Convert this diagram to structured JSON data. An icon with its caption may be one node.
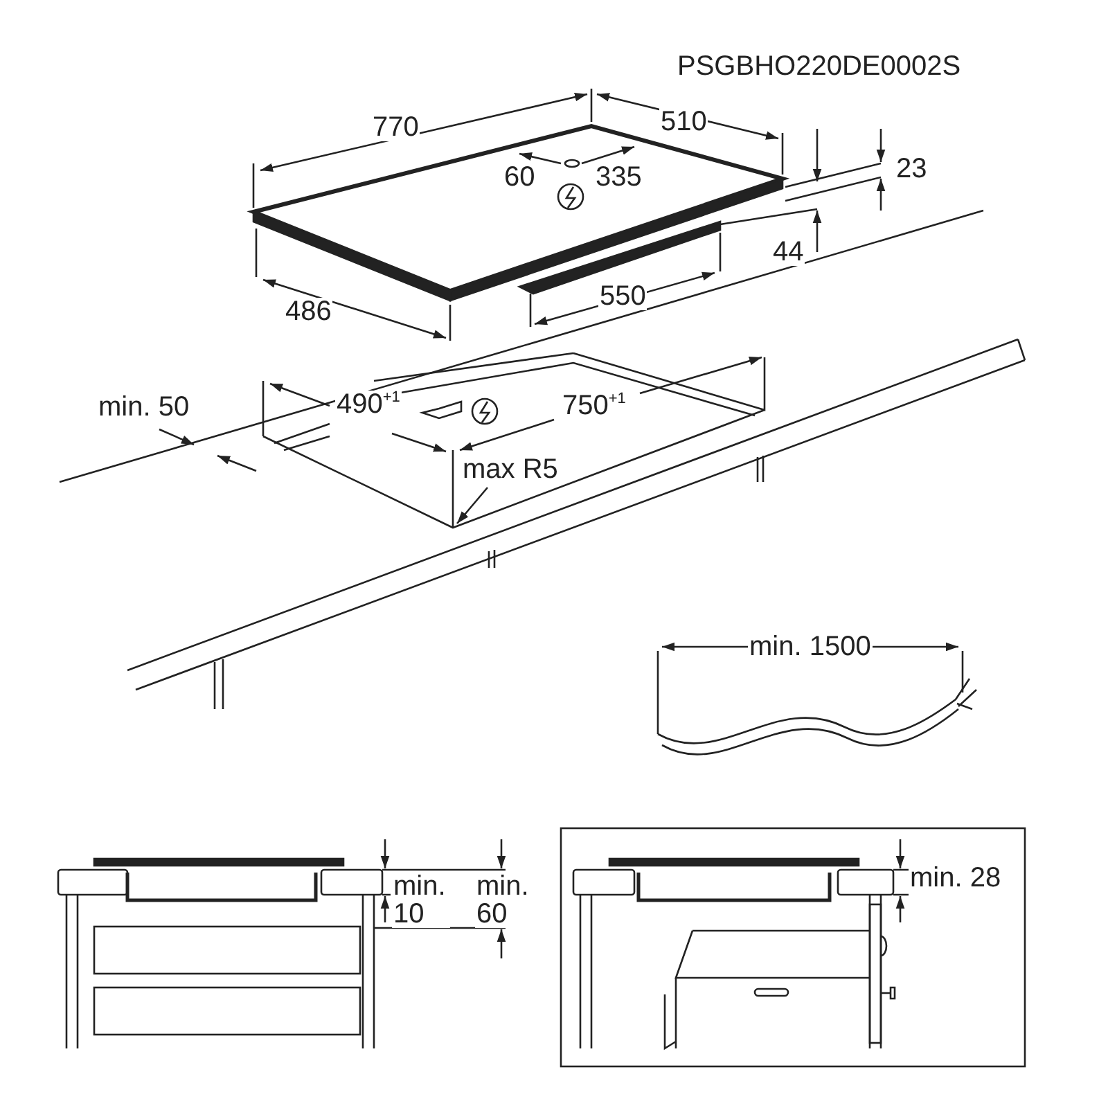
{
  "diagram": {
    "labels": [
      "PSGBHO220DE0002S",
      "770",
      "510",
      "60",
      "335",
      "23",
      "44",
      "550",
      "486",
      "min. 50",
      "490$^{+1}$",
      "750$^{+1}$",
      "max R5",
      "min. 1500",
      "min. 10",
      "min. 60",
      "min. 28"
    ]
  }
}
